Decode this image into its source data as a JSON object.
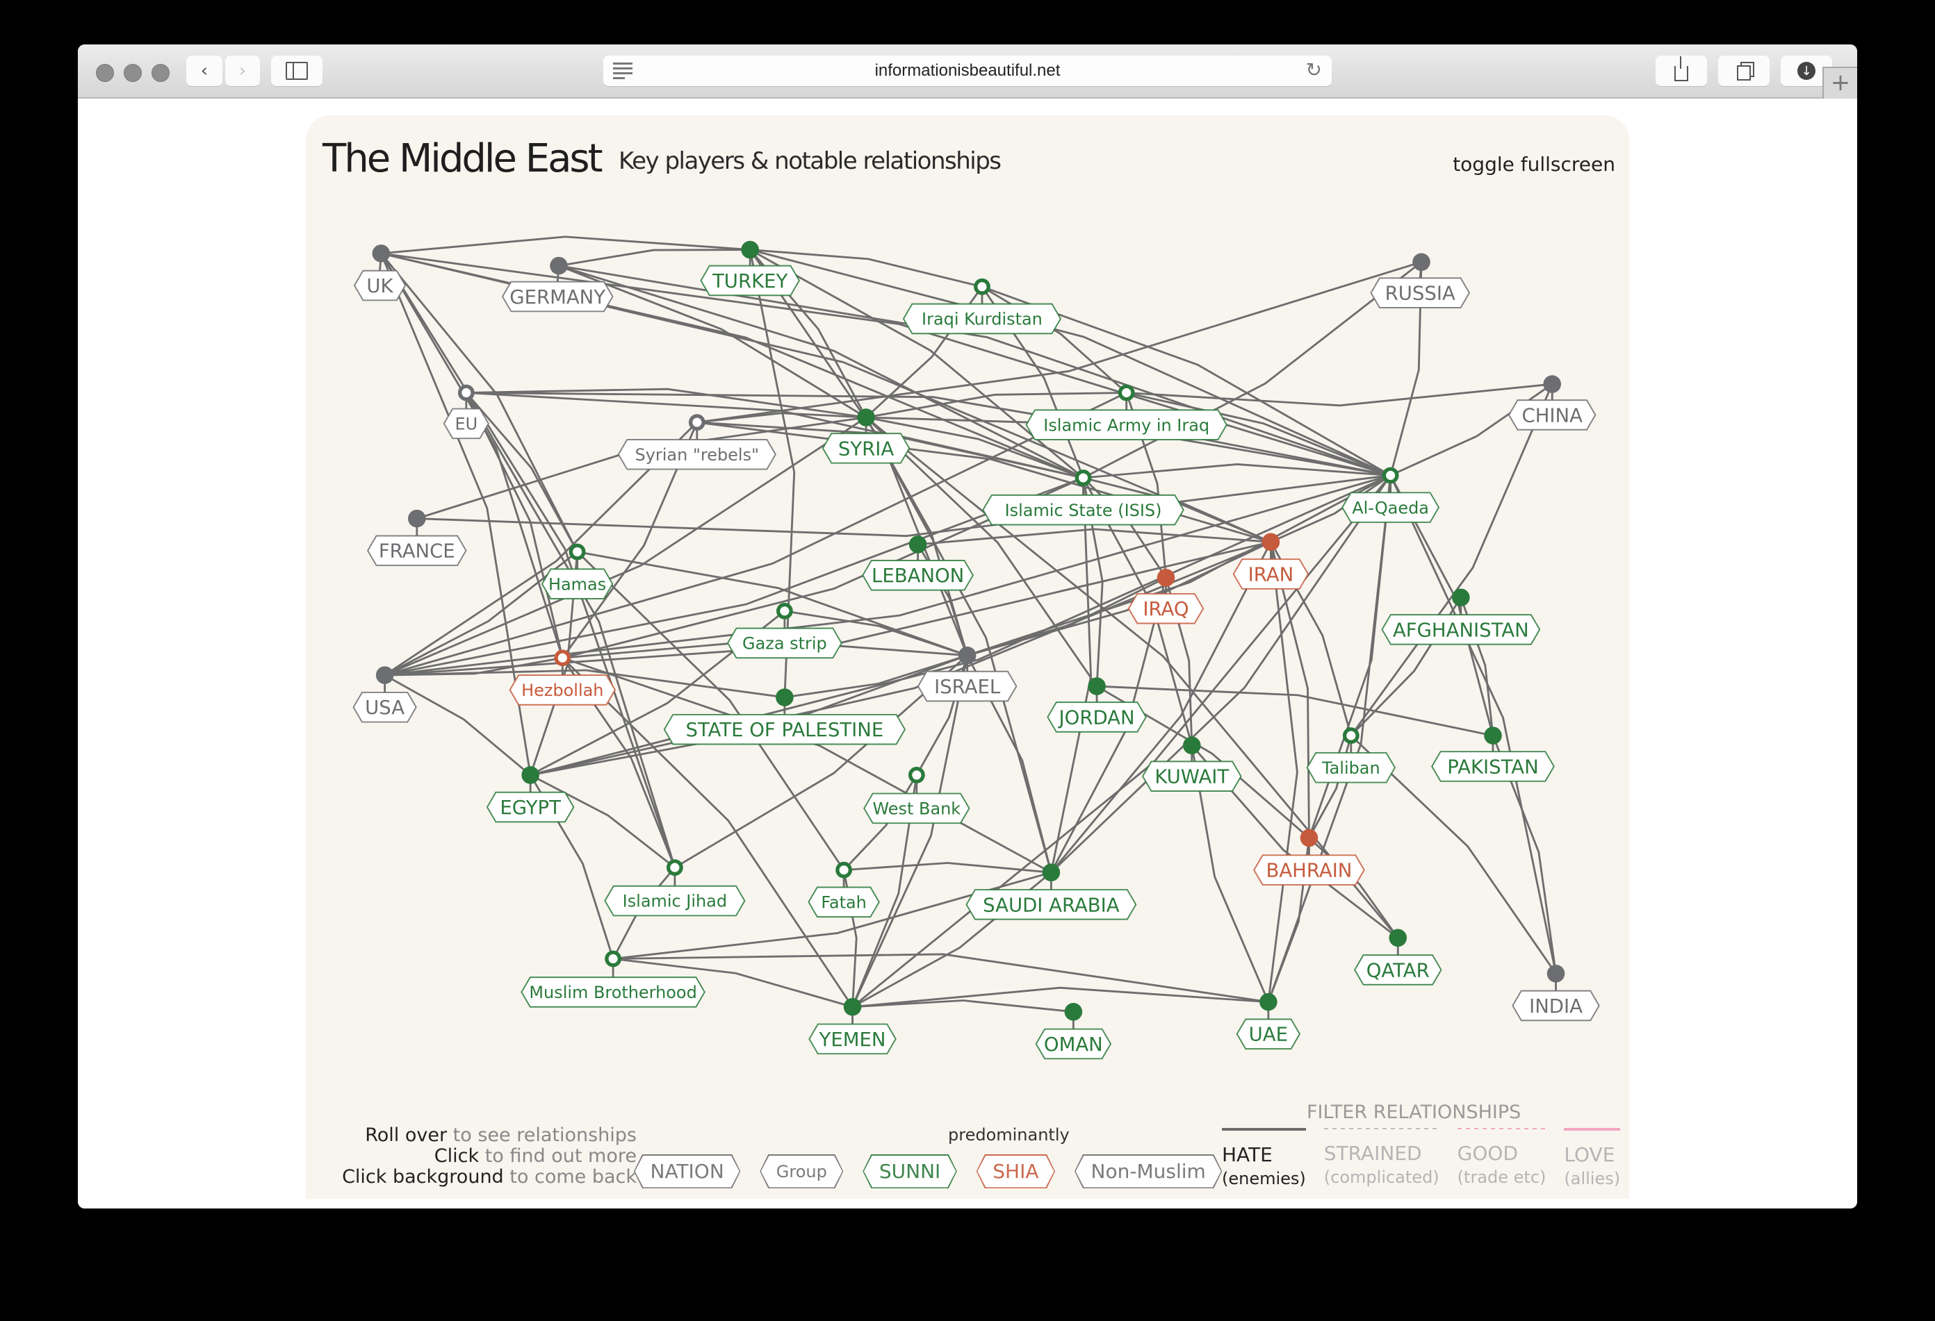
{
  "browser": {
    "url": "informationisbeautiful.net",
    "buttons": {
      "back": "‹",
      "forward": "›",
      "reload": "↻",
      "new_tab": "+"
    }
  },
  "page": {
    "title": "The Middle East",
    "subtitle": "Key players & notable relationships",
    "toggle_fullscreen": "toggle fullscreen"
  },
  "colors": {
    "sunni": "#2a7a3b",
    "shia": "#c65a3c",
    "nonmuslim": "#6d6e71",
    "hate": "#6d6d6d",
    "strained": "#bdbdbd",
    "good": "#f3a7c2",
    "love": "#f3a7c2",
    "panel_bg": "#f8f4ee"
  },
  "help": [
    {
      "bold": "Roll over",
      "rest": " to see relationships"
    },
    {
      "bold": "Click",
      "rest": " to find out more"
    },
    {
      "bold": "Click background",
      "rest": " to come back"
    }
  ],
  "legend": {
    "predominantly": "predominantly",
    "tags": [
      {
        "label": "NATION",
        "kind": "nation"
      },
      {
        "label": "Group",
        "kind": "group"
      },
      {
        "label": "SUNNI",
        "kind": "sunni"
      },
      {
        "label": "SHIA",
        "kind": "shia"
      },
      {
        "label": "Non-Muslim",
        "kind": "nonmuslim"
      }
    ],
    "filter_title": "FILTER RELATIONSHIPS",
    "filters": [
      {
        "label": "HATE",
        "sub": "(enemies)",
        "active": true,
        "style": "solid-grey"
      },
      {
        "label": "STRAINED",
        "sub": "(complicated)",
        "active": false,
        "style": "dashed-grey"
      },
      {
        "label": "GOOD",
        "sub": "(trade etc)",
        "active": false,
        "style": "dashed-pink"
      },
      {
        "label": "LOVE",
        "sub": "(allies)",
        "active": false,
        "style": "solid-pink"
      }
    ]
  },
  "chart_data": {
    "type": "network",
    "title": "The Middle East — Key players & notable relationships",
    "active_filter": "HATE (enemies)",
    "nodes": [
      {
        "id": "UK",
        "label": "UK",
        "kind": "nation",
        "religion": "nonmuslim",
        "dot": [
          309,
          205
        ],
        "pos": [
          308,
          231
        ]
      },
      {
        "id": "GERMANY",
        "label": "GERMANY",
        "kind": "nation",
        "religion": "nonmuslim",
        "dot": [
          453,
          215
        ],
        "pos": [
          452,
          240
        ]
      },
      {
        "id": "TURKEY",
        "label": "TURKEY",
        "kind": "nation",
        "religion": "sunni",
        "dot": [
          608,
          202
        ],
        "pos": [
          608,
          227
        ]
      },
      {
        "id": "IRAQI_KURDISTAN",
        "label": "Iraqi Kurdistan",
        "kind": "group",
        "religion": "sunni",
        "dot": [
          796,
          232
        ],
        "pos": [
          796,
          258
        ]
      },
      {
        "id": "RUSSIA",
        "label": "RUSSIA",
        "kind": "nation",
        "religion": "nonmuslim",
        "dot": [
          1152,
          212
        ],
        "pos": [
          1151,
          237
        ]
      },
      {
        "id": "CHINA",
        "label": "CHINA",
        "kind": "nation",
        "religion": "nonmuslim",
        "dot": [
          1258,
          311
        ],
        "pos": [
          1258,
          336
        ]
      },
      {
        "id": "EU",
        "label": "EU",
        "kind": "group",
        "religion": "nonmuslim",
        "dot": [
          378,
          318
        ],
        "pos": [
          378,
          343
        ]
      },
      {
        "id": "SYRIAN_REBELS",
        "label": "Syrian \"rebels\"",
        "kind": "group",
        "religion": "nonmuslim",
        "dot": [
          565,
          342
        ],
        "pos": [
          565,
          368
        ]
      },
      {
        "id": "SYRIA",
        "label": "SYRIA",
        "kind": "nation",
        "religion": "sunni",
        "dot": [
          702,
          338
        ],
        "pos": [
          702,
          363
        ]
      },
      {
        "id": "ISLAMIC_ARMY_IRAQ",
        "label": "Islamic Army in Iraq",
        "kind": "group",
        "religion": "sunni",
        "dot": [
          913,
          318
        ],
        "pos": [
          913,
          344
        ]
      },
      {
        "id": "ISIS",
        "label": "Islamic State (ISIS)",
        "kind": "group",
        "religion": "sunni",
        "dot": [
          878,
          387
        ],
        "pos": [
          878,
          413
        ]
      },
      {
        "id": "AL_QAEDA",
        "label": "Al-Qaeda",
        "kind": "group",
        "religion": "sunni",
        "dot": [
          1127,
          385
        ],
        "pos": [
          1127,
          411
        ]
      },
      {
        "id": "FRANCE",
        "label": "FRANCE",
        "kind": "nation",
        "religion": "nonmuslim",
        "dot": [
          338,
          420
        ],
        "pos": [
          338,
          446
        ]
      },
      {
        "id": "HAMAS",
        "label": "Hamas",
        "kind": "group",
        "religion": "sunni",
        "dot": [
          468,
          447
        ],
        "pos": [
          468,
          473
        ]
      },
      {
        "id": "LEBANON",
        "label": "LEBANON",
        "kind": "nation",
        "religion": "sunni",
        "dot": [
          744,
          441
        ],
        "pos": [
          744,
          466
        ]
      },
      {
        "id": "IRAN",
        "label": "IRAN",
        "kind": "nation",
        "religion": "shia",
        "dot": [
          1030,
          439
        ],
        "pos": [
          1030,
          465
        ]
      },
      {
        "id": "IRAQ",
        "label": "IRAQ",
        "kind": "nation",
        "religion": "shia",
        "dot": [
          945,
          468
        ],
        "pos": [
          945,
          493
        ]
      },
      {
        "id": "AFGHANISTAN",
        "label": "AFGHANISTAN",
        "kind": "nation",
        "religion": "sunni",
        "dot": [
          1184,
          484
        ],
        "pos": [
          1184,
          510
        ]
      },
      {
        "id": "GAZA",
        "label": "Gaza strip",
        "kind": "group",
        "religion": "sunni",
        "dot": [
          636,
          495
        ],
        "pos": [
          636,
          521
        ]
      },
      {
        "id": "HEZBOLLAH",
        "label": "Hezbollah",
        "kind": "group",
        "religion": "shia",
        "dot": [
          456,
          533
        ],
        "pos": [
          456,
          559
        ]
      },
      {
        "id": "USA",
        "label": "USA",
        "kind": "nation",
        "religion": "nonmuslim",
        "dot": [
          312,
          547
        ],
        "pos": [
          312,
          573
        ]
      },
      {
        "id": "ISRAEL",
        "label": "ISRAEL",
        "kind": "nation",
        "religion": "nonmuslim",
        "dot": [
          784,
          531
        ],
        "pos": [
          784,
          556
        ]
      },
      {
        "id": "PALESTINE",
        "label": "STATE OF PALESTINE",
        "kind": "nation",
        "religion": "sunni",
        "dot": [
          636,
          565
        ],
        "pos": [
          636,
          591
        ]
      },
      {
        "id": "JORDAN",
        "label": "JORDAN",
        "kind": "nation",
        "religion": "sunni",
        "dot": [
          889,
          556
        ],
        "pos": [
          889,
          581
        ]
      },
      {
        "id": "KUWAIT",
        "label": "KUWAIT",
        "kind": "nation",
        "religion": "sunni",
        "dot": [
          966,
          604
        ],
        "pos": [
          966,
          629
        ]
      },
      {
        "id": "TALIBAN",
        "label": "Taliban",
        "kind": "group",
        "religion": "sunni",
        "dot": [
          1095,
          596
        ],
        "pos": [
          1095,
          622
        ]
      },
      {
        "id": "PAKISTAN",
        "label": "PAKISTAN",
        "kind": "nation",
        "religion": "sunni",
        "dot": [
          1210,
          596
        ],
        "pos": [
          1210,
          621
        ]
      },
      {
        "id": "EGYPT",
        "label": "EGYPT",
        "kind": "nation",
        "religion": "sunni",
        "dot": [
          430,
          628
        ],
        "pos": [
          430,
          654
        ]
      },
      {
        "id": "WEST_BANK",
        "label": "West Bank",
        "kind": "group",
        "religion": "sunni",
        "dot": [
          743,
          628
        ],
        "pos": [
          743,
          655
        ]
      },
      {
        "id": "BAHRAIN",
        "label": "BAHRAIN",
        "kind": "nation",
        "religion": "shia",
        "dot": [
          1061,
          679
        ],
        "pos": [
          1061,
          705
        ]
      },
      {
        "id": "ISLAMIC_JIHAD",
        "label": "Islamic Jihad",
        "kind": "group",
        "religion": "sunni",
        "dot": [
          547,
          703
        ],
        "pos": [
          547,
          730
        ]
      },
      {
        "id": "FATAH",
        "label": "Fatah",
        "kind": "group",
        "religion": "sunni",
        "dot": [
          684,
          705
        ],
        "pos": [
          684,
          731
        ]
      },
      {
        "id": "SAUDI",
        "label": "SAUDI ARABIA",
        "kind": "nation",
        "religion": "sunni",
        "dot": [
          852,
          707
        ],
        "pos": [
          852,
          733
        ]
      },
      {
        "id": "QATAR",
        "label": "QATAR",
        "kind": "nation",
        "religion": "sunni",
        "dot": [
          1133,
          760
        ],
        "pos": [
          1133,
          786
        ]
      },
      {
        "id": "INDIA",
        "label": "INDIA",
        "kind": "nation",
        "religion": "nonmuslim",
        "dot": [
          1261,
          789
        ],
        "pos": [
          1261,
          815
        ]
      },
      {
        "id": "MUSLIM_BROTHERHOOD",
        "label": "Muslim Brotherhood",
        "kind": "group",
        "religion": "sunni",
        "dot": [
          497,
          777
        ],
        "pos": [
          497,
          804
        ]
      },
      {
        "id": "YEMEN",
        "label": "YEMEN",
        "kind": "nation",
        "religion": "sunni",
        "dot": [
          691,
          816
        ],
        "pos": [
          691,
          842
        ]
      },
      {
        "id": "OMAN",
        "label": "OMAN",
        "kind": "nation",
        "religion": "sunni",
        "dot": [
          870,
          820
        ],
        "pos": [
          870,
          846
        ]
      },
      {
        "id": "UAE",
        "label": "UAE",
        "kind": "nation",
        "religion": "sunni",
        "dot": [
          1028,
          812
        ],
        "pos": [
          1028,
          838
        ]
      }
    ],
    "edges": [
      [
        "UK",
        "TURKEY"
      ],
      [
        "UK",
        "AL_QAEDA"
      ],
      [
        "UK",
        "ISIS"
      ],
      [
        "UK",
        "IRAN"
      ],
      [
        "UK",
        "HEZBOLLAH"
      ],
      [
        "UK",
        "HAMAS"
      ],
      [
        "UK",
        "ISLAMIC_JIHAD"
      ],
      [
        "UK",
        "EGYPT"
      ],
      [
        "GERMANY",
        "TURKEY"
      ],
      [
        "GERMANY",
        "AL_QAEDA"
      ],
      [
        "GERMANY",
        "ISIS"
      ],
      [
        "GERMANY",
        "SYRIA"
      ],
      [
        "TURKEY",
        "IRAQI_KURDISTAN"
      ],
      [
        "TURKEY",
        "SYRIA"
      ],
      [
        "TURKEY",
        "ISIS"
      ],
      [
        "TURKEY",
        "AL_QAEDA"
      ],
      [
        "TURKEY",
        "PALESTINE"
      ],
      [
        "TURKEY",
        "ISRAEL"
      ],
      [
        "IRAQI_KURDISTAN",
        "SYRIA"
      ],
      [
        "IRAQI_KURDISTAN",
        "ISIS"
      ],
      [
        "IRAQI_KURDISTAN",
        "ISLAMIC_ARMY_IRAQ"
      ],
      [
        "IRAQI_KURDISTAN",
        "AL_QAEDA"
      ],
      [
        "RUSSIA",
        "AL_QAEDA"
      ],
      [
        "RUSSIA",
        "ISIS"
      ],
      [
        "RUSSIA",
        "SYRIAN_REBELS"
      ],
      [
        "CHINA",
        "AL_QAEDA"
      ],
      [
        "CHINA",
        "TALIBAN"
      ],
      [
        "CHINA",
        "ISLAMIC_ARMY_IRAQ"
      ],
      [
        "EU",
        "AL_QAEDA"
      ],
      [
        "EU",
        "ISIS"
      ],
      [
        "EU",
        "HEZBOLLAH"
      ],
      [
        "EU",
        "HAMAS"
      ],
      [
        "EU",
        "SYRIA"
      ],
      [
        "EU",
        "ISLAMIC_JIHAD"
      ],
      [
        "SYRIAN_REBELS",
        "SYRIA"
      ],
      [
        "SYRIAN_REBELS",
        "ISIS"
      ],
      [
        "SYRIAN_REBELS",
        "HEZBOLLAH"
      ],
      [
        "SYRIAN_REBELS",
        "IRAN"
      ],
      [
        "SYRIAN_REBELS",
        "USA"
      ],
      [
        "SYRIA",
        "ISRAEL"
      ],
      [
        "SYRIA",
        "AL_QAEDA"
      ],
      [
        "SYRIA",
        "ISIS"
      ],
      [
        "SYRIA",
        "ISLAMIC_ARMY_IRAQ"
      ],
      [
        "SYRIA",
        "SAUDI"
      ],
      [
        "SYRIA",
        "JORDAN"
      ],
      [
        "SYRIA",
        "USA"
      ],
      [
        "SYRIA",
        "QATAR"
      ],
      [
        "ISIS",
        "AL_QAEDA"
      ],
      [
        "ISIS",
        "IRAN"
      ],
      [
        "ISIS",
        "IRAQ"
      ],
      [
        "ISIS",
        "USA"
      ],
      [
        "ISIS",
        "JORDAN"
      ],
      [
        "ISIS",
        "SAUDI"
      ],
      [
        "ISIS",
        "HEZBOLLAH"
      ],
      [
        "ISIS",
        "KUWAIT"
      ],
      [
        "ISLAMIC_ARMY_IRAQ",
        "IRAQ"
      ],
      [
        "ISLAMIC_ARMY_IRAQ",
        "USA"
      ],
      [
        "ISLAMIC_ARMY_IRAQ",
        "AL_QAEDA"
      ],
      [
        "AL_QAEDA",
        "USA"
      ],
      [
        "AL_QAEDA",
        "IRAN"
      ],
      [
        "AL_QAEDA",
        "SAUDI"
      ],
      [
        "AL_QAEDA",
        "PAKISTAN"
      ],
      [
        "AL_QAEDA",
        "INDIA"
      ],
      [
        "AL_QAEDA",
        "FRANCE"
      ],
      [
        "AL_QAEDA",
        "EGYPT"
      ],
      [
        "AL_QAEDA",
        "ISRAEL"
      ],
      [
        "AL_QAEDA",
        "YEMEN"
      ],
      [
        "AL_QAEDA",
        "UAE"
      ],
      [
        "AL_QAEDA",
        "BAHRAIN"
      ],
      [
        "FRANCE",
        "SYRIA"
      ],
      [
        "HAMAS",
        "ISRAEL"
      ],
      [
        "HAMAS",
        "EGYPT"
      ],
      [
        "HAMAS",
        "USA"
      ],
      [
        "HAMAS",
        "FATAH"
      ],
      [
        "LEBANON",
        "ISRAEL"
      ],
      [
        "LEBANON",
        "IRAN"
      ],
      [
        "IRAN",
        "ISRAEL"
      ],
      [
        "IRAN",
        "SAUDI"
      ],
      [
        "IRAN",
        "USA"
      ],
      [
        "IRAN",
        "TALIBAN"
      ],
      [
        "IRAN",
        "BAHRAIN"
      ],
      [
        "IRAN",
        "UAE"
      ],
      [
        "IRAN",
        "EGYPT"
      ],
      [
        "IRAQ",
        "ISRAEL"
      ],
      [
        "IRAQ",
        "KUWAIT"
      ],
      [
        "IRAQ",
        "SAUDI"
      ],
      [
        "AFGHANISTAN",
        "TALIBAN"
      ],
      [
        "AFGHANISTAN",
        "PAKISTAN"
      ],
      [
        "GAZA",
        "ISRAEL"
      ],
      [
        "GAZA",
        "EGYPT"
      ],
      [
        "HEZBOLLAH",
        "ISRAEL"
      ],
      [
        "HEZBOLLAH",
        "USA"
      ],
      [
        "HEZBOLLAH",
        "SAUDI"
      ],
      [
        "HEZBOLLAH",
        "YEMEN"
      ],
      [
        "HEZBOLLAH",
        "ISLAMIC_JIHAD"
      ],
      [
        "USA",
        "EGYPT"
      ],
      [
        "USA",
        "PALESTINE"
      ],
      [
        "ISRAEL",
        "PALESTINE"
      ],
      [
        "ISRAEL",
        "ISLAMIC_JIHAD"
      ],
      [
        "ISRAEL",
        "WEST_BANK"
      ],
      [
        "ISRAEL",
        "YEMEN"
      ],
      [
        "ISRAEL",
        "SAUDI"
      ],
      [
        "ISRAEL",
        "EGYPT"
      ],
      [
        "JORDAN",
        "PAKISTAN"
      ],
      [
        "JORDAN",
        "BAHRAIN"
      ],
      [
        "PAKISTAN",
        "INDIA"
      ],
      [
        "TALIBAN",
        "INDIA"
      ],
      [
        "TALIBAN",
        "BAHRAIN"
      ],
      [
        "EGYPT",
        "MUSLIM_BROTHERHOOD"
      ],
      [
        "EGYPT",
        "ISLAMIC_JIHAD"
      ],
      [
        "WEST_BANK",
        "YEMEN"
      ],
      [
        "WEST_BANK",
        "FATAH"
      ],
      [
        "BAHRAIN",
        "QATAR"
      ],
      [
        "BAHRAIN",
        "UAE"
      ],
      [
        "FATAH",
        "SAUDI"
      ],
      [
        "FATAH",
        "YEMEN"
      ],
      [
        "SAUDI",
        "YEMEN"
      ],
      [
        "SAUDI",
        "MUSLIM_BROTHERHOOD"
      ],
      [
        "QATAR",
        "KUWAIT"
      ],
      [
        "MUSLIM_BROTHERHOOD",
        "YEMEN"
      ],
      [
        "MUSLIM_BROTHERHOOD",
        "UAE"
      ],
      [
        "MUSLIM_BROTHERHOOD",
        "ISLAMIC_JIHAD"
      ],
      [
        "YEMEN",
        "OMAN"
      ],
      [
        "YEMEN",
        "UAE"
      ],
      [
        "UAE",
        "KUWAIT"
      ]
    ]
  }
}
